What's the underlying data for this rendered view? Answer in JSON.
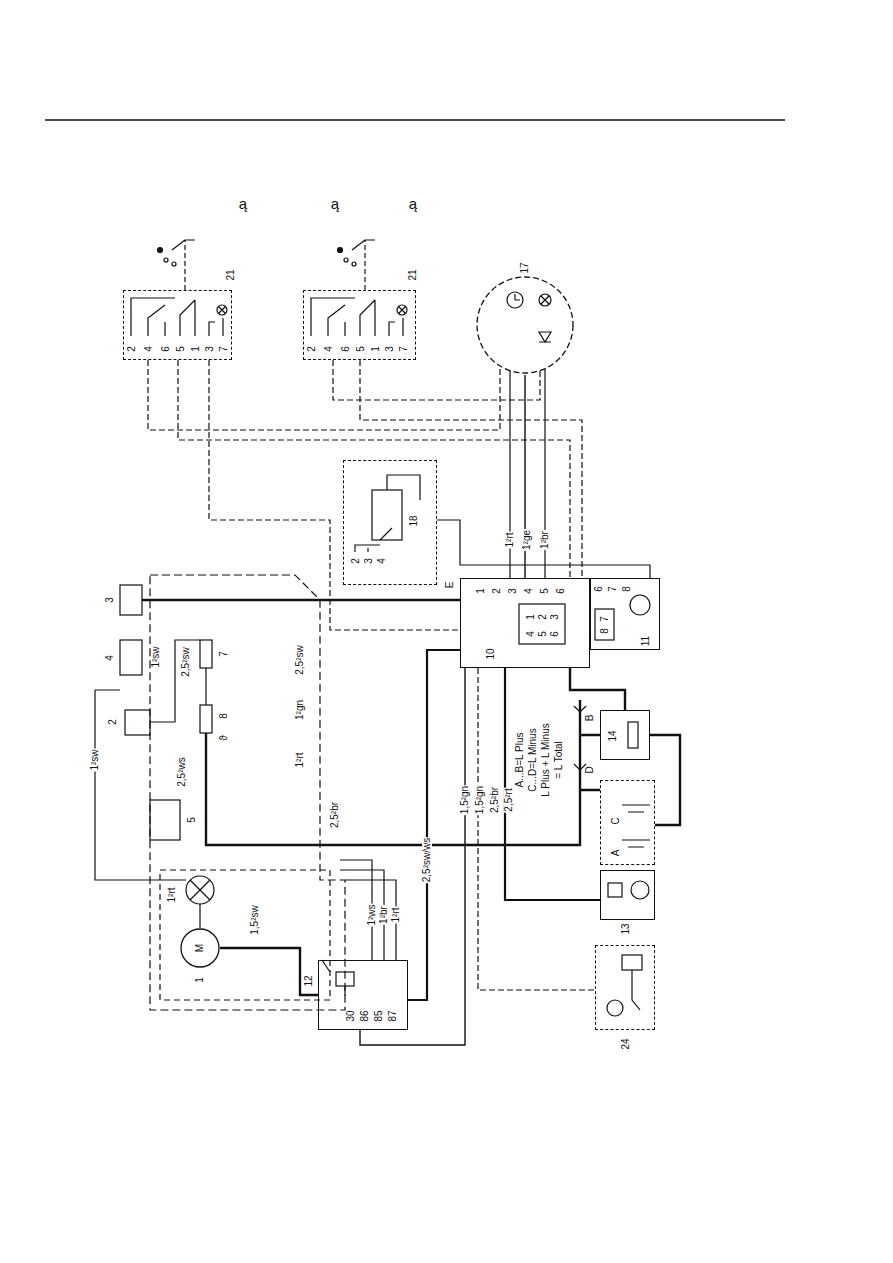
{
  "diagram": {
    "nodes": [
      {
        "text": [
          "21",
          "2",
          "4",
          "6",
          "5",
          "1",
          "3",
          "7"
        ]
      },
      {
        "text": [
          "21",
          "2",
          "4",
          "6",
          "5",
          "1",
          "3",
          "7"
        ]
      },
      {
        "text": [
          "17"
        ]
      },
      {
        "text": [
          "18",
          "2",
          "3",
          "4"
        ]
      },
      {
        "text": [
          "10",
          "1",
          "2",
          "3",
          "4",
          "5",
          "6",
          "1",
          "2",
          "3",
          "4",
          "5",
          "6"
        ]
      },
      {
        "text": [
          "11",
          "6",
          "7",
          "8",
          "7",
          "8"
        ]
      },
      {
        "text": [
          "14"
        ]
      },
      {
        "text": [
          "C",
          "A"
        ]
      },
      {
        "text": [
          "13"
        ]
      },
      {
        "text": [
          "24"
        ]
      },
      {
        "text": [
          "12",
          "30",
          "86",
          "85",
          "87"
        ]
      },
      {
        "text": [
          "M",
          "1"
        ]
      }
    ],
    "edges": [
      {
        "from": 0,
        "to": 4,
        "arrow": "none"
      },
      {
        "from": 1,
        "to": 4,
        "arrow": "none"
      },
      {
        "from": 2,
        "to": 4,
        "arrow": "none"
      },
      {
        "from": 3,
        "to": 5,
        "arrow": "none"
      },
      {
        "from": 4,
        "to": 6,
        "arrow": "none"
      },
      {
        "from": 6,
        "to": 7,
        "arrow": "none"
      },
      {
        "from": 4,
        "to": 8,
        "arrow": "none"
      },
      {
        "from": 4,
        "to": 9,
        "arrow": "none"
      },
      {
        "from": 4,
        "to": 10,
        "arrow": "none"
      },
      {
        "from": 10,
        "to": 11,
        "arrow": "none"
      }
    ],
    "labels": [
      "ą",
      "ą",
      "ą",
      "3",
      "4",
      "1²sw",
      "2,5²sw",
      "7",
      "2",
      "8",
      "ϑ",
      "2,5²ws",
      "1²sw",
      "2,5²sw",
      "1²gn",
      "1²rt",
      "5",
      "2,5²br",
      "1²rt",
      "1,5²sw",
      "1²ws",
      "1²br",
      "1²rt",
      "2,5²sw/ws",
      "1,5²gn",
      "1,5²gn",
      "2,5²br",
      "2,5²rt",
      "1²rt",
      "1²ge",
      "1²br",
      "E",
      "B",
      "D",
      "A...B=L Plus",
      "C...D=L Minus",
      "L Plus + L Minus",
      "= L Total"
    ]
  }
}
